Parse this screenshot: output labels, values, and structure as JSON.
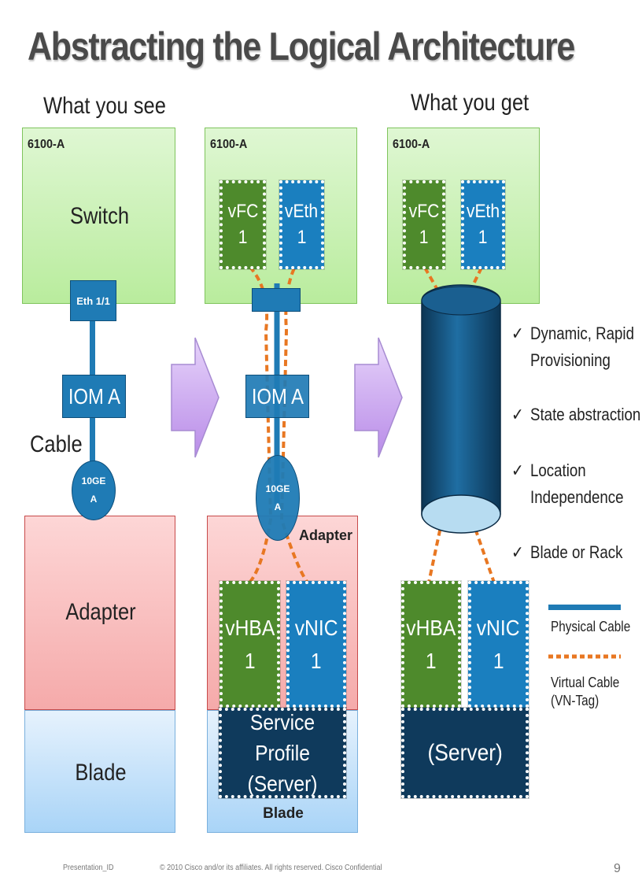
{
  "title": "Abstracting the Logical Architecture",
  "captions": {
    "see": "What you see",
    "get": "What you get",
    "cable": "Cable"
  },
  "panel1": {
    "switch_label": "6100-A",
    "switch_text": "Switch",
    "eth_port": "Eth 1/1",
    "iom": "IOM A",
    "port_line1": "10GE",
    "port_line2": "A",
    "adapter": "Adapter",
    "blade": "Blade"
  },
  "panel2": {
    "switch_label": "6100-A",
    "vfc_line1": "vFC",
    "vfc_line2": "1",
    "veth_line1": "vEth",
    "veth_line2": "1",
    "iom": "IOM A",
    "port_line1": "10GE",
    "port_line2": "A",
    "adapter": "Adapter",
    "vhba_line1": "vHBA",
    "vhba_line2": "1",
    "vnic_line1": "vNIC",
    "vnic_line2": "1",
    "service_line1": "Service Profile",
    "service_line2": "(Server)",
    "blade": "Blade"
  },
  "panel3": {
    "switch_label": "6100-A",
    "vfc_line1": "vFC",
    "vfc_line2": "1",
    "veth_line1": "vEth",
    "veth_line2": "1",
    "vhba_line1": "vHBA",
    "vhba_line2": "1",
    "vnic_line1": "vNIC",
    "vnic_line2": "1",
    "server": "(Server)"
  },
  "benefits": [
    {
      "check": "✓",
      "lines": [
        "Dynamic, Rapid",
        "Provisioning"
      ]
    },
    {
      "check": "✓",
      "lines": [
        "State abstraction"
      ]
    },
    {
      "check": "✓",
      "lines": [
        "Location",
        "Independence"
      ]
    },
    {
      "check": "✓",
      "lines": [
        "Blade or Rack"
      ]
    }
  ],
  "legend": {
    "physical": "Physical Cable",
    "virtual_line1": "Virtual Cable",
    "virtual_line2": "(VN-Tag)"
  },
  "colors": {
    "physical_cable": "#1f7bb5",
    "virtual_cable": "#e87722",
    "arrow": "#c9a6ef"
  },
  "footer": {
    "presentation_id": "Presentation_ID",
    "copyright": "© 2010 Cisco and/or its affiliates. All rights reserved.",
    "confidential": "Cisco Confidential",
    "page": "9"
  }
}
